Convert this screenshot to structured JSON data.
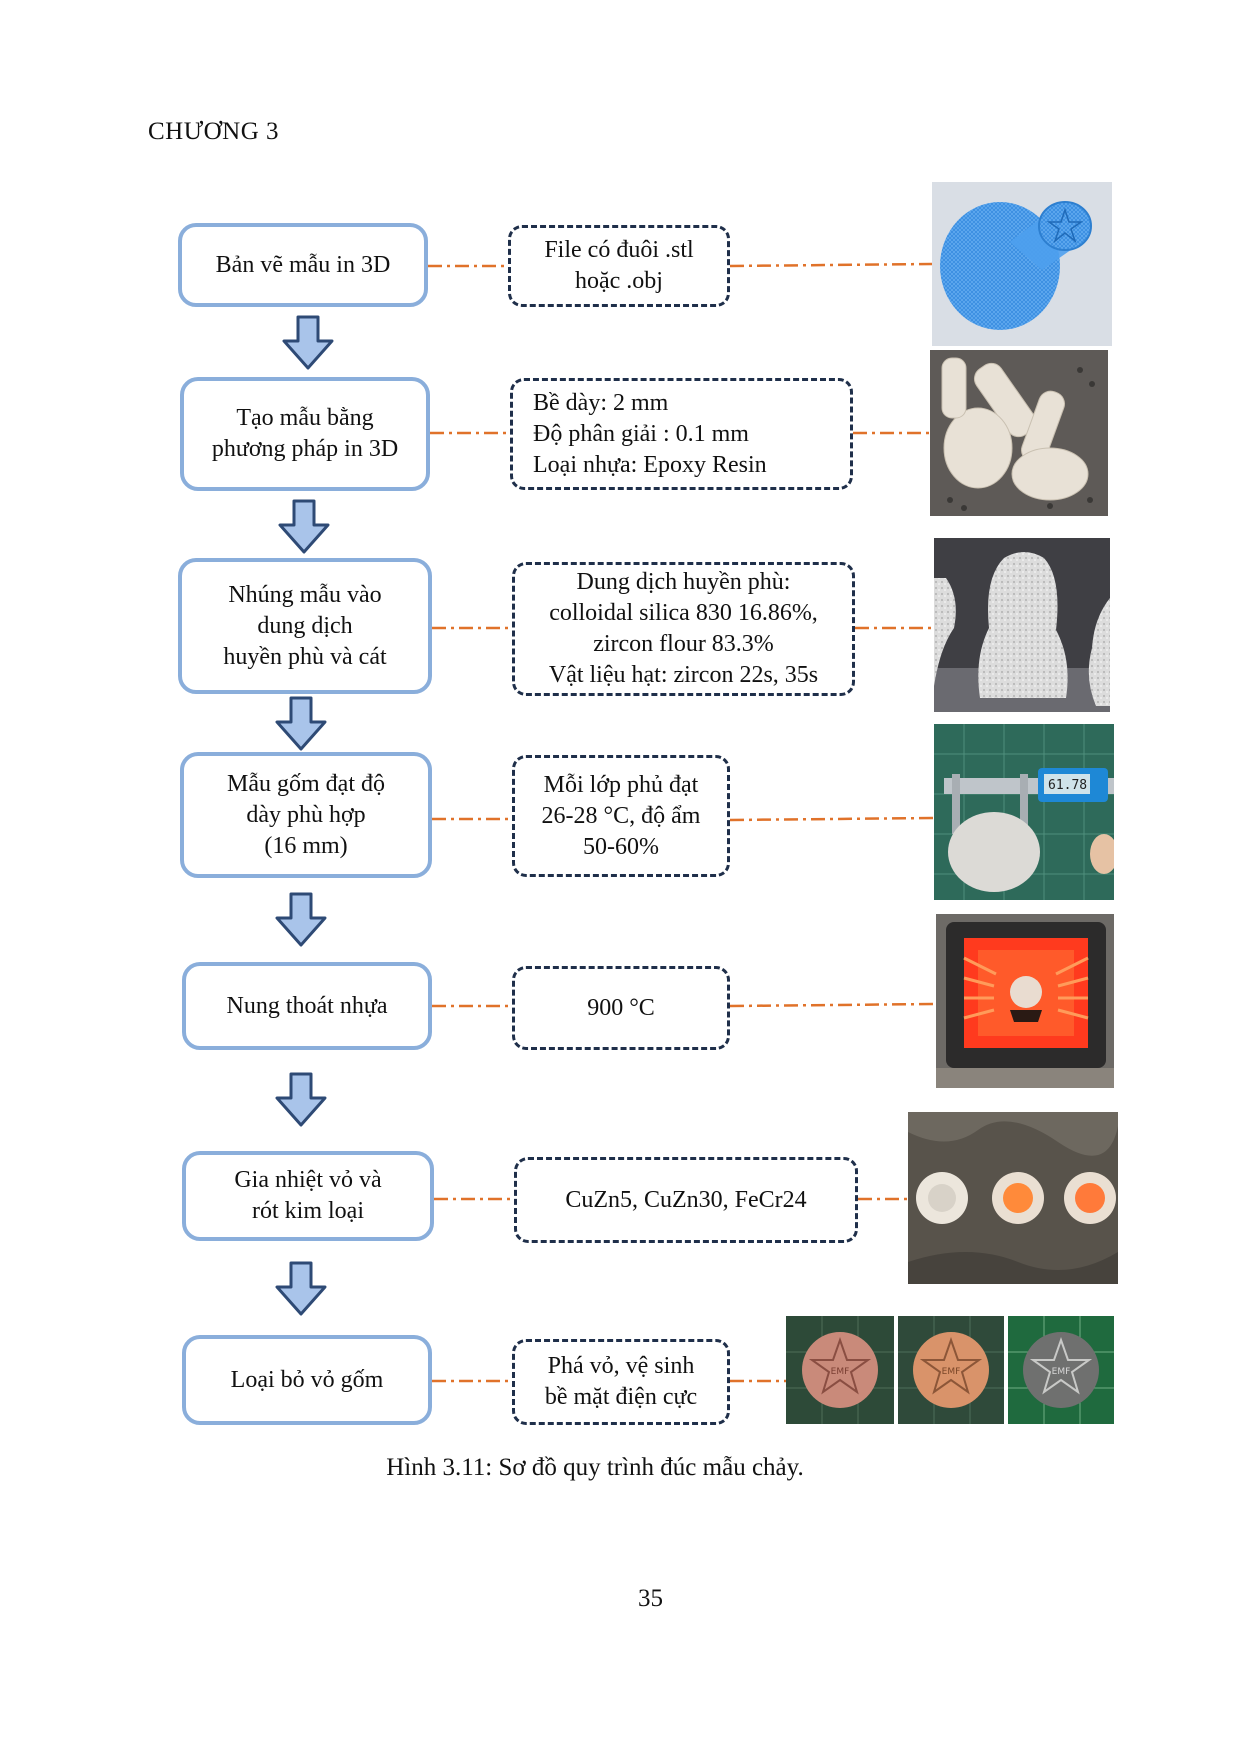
{
  "header": "CHƯƠNG 3",
  "steps": [
    {
      "lines": [
        "Bản vẽ mẫu in 3D"
      ]
    },
    {
      "lines": [
        "Tạo mẫu bằng",
        "phương pháp in 3D"
      ]
    },
    {
      "lines": [
        "Nhúng mẫu vào",
        "dung  dịch",
        "huyền phù và cát"
      ]
    },
    {
      "lines": [
        "Mẫu gốm đạt độ",
        "dày phù  hợp",
        "(16 mm)"
      ]
    },
    {
      "lines": [
        "Nung thoát nhựa"
      ]
    },
    {
      "lines": [
        "Gia nhiệt vỏ  và",
        "rót kim loại"
      ]
    },
    {
      "lines": [
        "Loại bỏ vỏ gốm"
      ]
    }
  ],
  "details": [
    {
      "lines": [
        "File có đuôi .stl",
        "hoặc .obj"
      ]
    },
    {
      "lines": [
        "Bề dày: 2 mm",
        "Độ phân giải : 0.1 mm",
        "Loại nhựa:  Epoxy Resin"
      ]
    },
    {
      "lines": [
        "Dung dịch huyền phù:",
        "colloidal silica 830 16.86%,",
        "zircon flour 83.3%",
        "Vật liệu hạt: zircon 22s, 35s"
      ]
    },
    {
      "lines": [
        "Mỗi lớp phủ đạt",
        "26-28 °C, độ ẩm",
        "50-60%"
      ]
    },
    {
      "lines": [
        "900 °C"
      ]
    },
    {
      "lines": [
        "CuZn5, CuZn30, FeCr24"
      ]
    },
    {
      "lines": [
        "Phá vỏ, vệ sinh",
        "bề mặt điện cực"
      ]
    }
  ],
  "caliper_reading": "61.78",
  "coin_text": "EMF",
  "caption": "Hình 3.11: Sơ đồ quy trình đúc mẫu chảy.",
  "page_number": "35",
  "colors": {
    "step_border": "#8aaedb",
    "arrow_fill": "#a9c4ea",
    "arrow_stroke": "#2e4a75",
    "connector": "#e0722a",
    "detail_border": "#1f2f4a"
  }
}
